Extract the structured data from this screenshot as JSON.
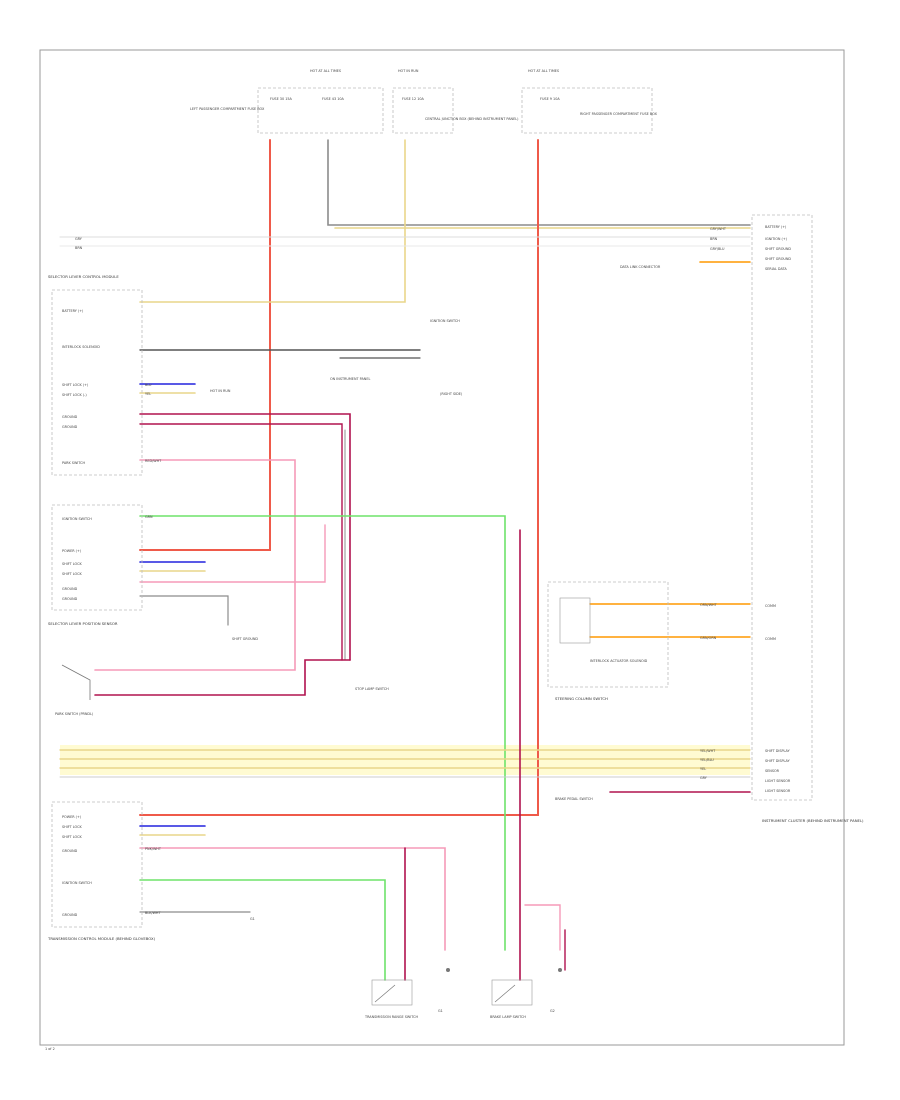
{
  "colors": {
    "red": "#ef5a4a",
    "dark_red": "#b0124f",
    "yellow": "#e9d68a",
    "green": "#6ee36a",
    "blue": "#2222dd",
    "pink": "#f59ab8",
    "orange": "#ff9900",
    "gray": "#8c8c8c",
    "dark_gray": "#555555",
    "frame": "#9a9a9a",
    "yellow_band": "#fffbd2"
  },
  "fuses": {
    "fuse_1": {
      "header": "HOT AT ALL TIMES",
      "name": "FUSE 30 15A",
      "left_label": "LEFT PASSENGER COMPARTMENT FUSE BOX"
    },
    "fuse_2": {
      "name": "FUSE 43 10A"
    },
    "fuse_3": {
      "header": "HOT IN RUN",
      "name": "FUSE 12 10A",
      "label": "CENTRAL JUNCTION BOX (BEHIND INSTRUMENT PANEL)"
    },
    "fuse_4": {
      "header": "HOT AT ALL TIMES",
      "name": "FUSE 9 10A",
      "label": "RIGHT PASSENGER COMPARTMENT FUSE BOX"
    }
  },
  "bus_wires": {
    "w1": "GRY/WHT",
    "w2": "BRN",
    "w3": "GRY/BLU"
  },
  "modules": {
    "selector": {
      "title": "SELECTOR LEVER CONTROL MODULE",
      "pins": [
        "BATTERY (+)",
        "INTERLOCK SOLENOID",
        "SHIFT LOCK (+)",
        "SHIFT LOCK (-)",
        "GROUND",
        "GROUND",
        "PARK SWITCH"
      ]
    },
    "shift_module": {
      "title": "SELECTOR LEVER POSITION SENSOR",
      "pins": [
        "IGNITION SWITCH",
        "POWER (+)",
        "SHIFT LOCK",
        "SHIFT LOCK",
        "GROUND",
        "GROUND"
      ]
    },
    "park_switch": {
      "title": "PARK SWITCH (PRNDL)"
    },
    "tcm": {
      "title": "TRANSMISSION CONTROL MODULE (BEHIND GLOVEBOX)",
      "pins": [
        "POWER (+)",
        "SHIFT LOCK",
        "SHIFT LOCK",
        "GROUND",
        "IGNITION SWITCH",
        "GROUND"
      ]
    },
    "cluster": {
      "title": "INSTRUMENT CLUSTER (BEHIND INSTRUMENT PANEL)",
      "pins": [
        "BATTERY (+)",
        "IGNITION (+)",
        "SHIFT GROUND",
        "SHIFT GROUND",
        "SERIAL DATA",
        "COMM",
        "COMM",
        "SHIFT DISPLAY",
        "SHIFT DISPLAY",
        "SENSOR",
        "LIGHT SENSOR",
        "LIGHT SENSOR"
      ]
    },
    "steering": {
      "title": "STEERING COLUMN SWITCH",
      "inner": "INTERLOCK ACTUATOR SOLENOID"
    }
  },
  "labels": {
    "hot_in_run": "HOT IN RUN",
    "g1": "G1",
    "g2": "G2",
    "ground_a": "ON INSTRUMENT PANEL",
    "ground_b": "(RIGHT SIDE)",
    "shift_ground": "SHIFT GROUND",
    "data_link": "DATA LINK CONNECTOR",
    "ignition": "IGNITION SWITCH",
    "stop_lamp": "STOP LAMP SWITCH",
    "brake": "BRAKE PEDAL SWITCH",
    "foot_bottom": "G1",
    "wire_codes": [
      "GRN",
      "RED/WHT",
      "BLU",
      "YEL",
      "GRN/ORN",
      "PNK/WHT",
      "ORN/WHT",
      "BLK/WHT"
    ]
  },
  "bottom_components": {
    "c1": {
      "title": "TRANSMISSION RANGE SWITCH",
      "ground": "G1"
    },
    "c2": {
      "title": "BRAKE LAMP SWITCH",
      "ground": "G2"
    }
  },
  "page_number": "1 of 2",
  "yellow_band_rows": [
    "YEL/WHT",
    "YEL/BLU",
    "YEL",
    "GRY"
  ]
}
